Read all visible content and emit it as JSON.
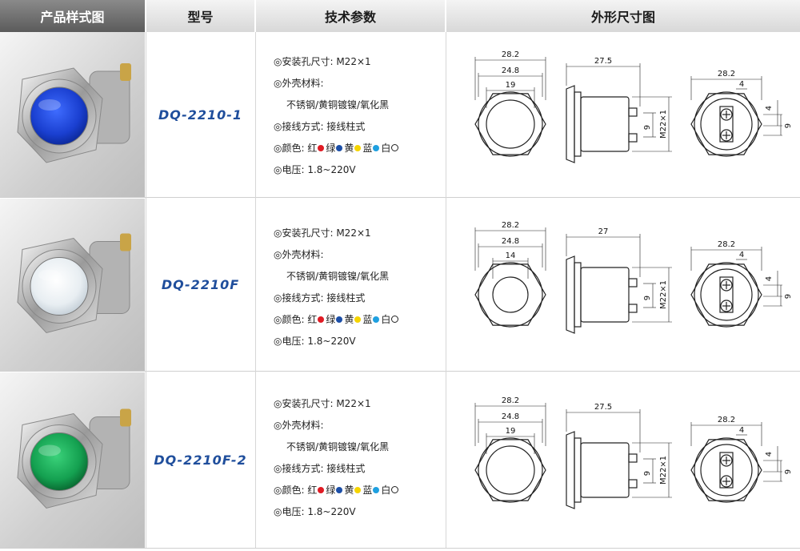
{
  "header": {
    "photo": "产品样式图",
    "model": "型号",
    "params": "技术参数",
    "drawing": "外形尺寸图"
  },
  "colors": {
    "model_text": "#1f4e9c",
    "red": "#e01b24",
    "green": "#1c4fa8",
    "yellow": "#f5d400",
    "blue": "#1fa0e0"
  },
  "rows": [
    {
      "model": "DQ-2210-1",
      "lens": "blue",
      "params": {
        "hole": "◎安装孔尺寸:  M22×1",
        "shell": "◎外壳材料:",
        "shell_value": "不锈钢/黄铜镀镍/氧化黑",
        "wiring": "◎接线方式:  接线柱式",
        "color_label": "◎颜色:",
        "color_red": "红",
        "color_green": "绿",
        "color_yellow": "黄",
        "color_blue": "蓝",
        "color_white": "白",
        "voltage": "◎电压:  1.8~220V"
      },
      "dims": {
        "outer": "28.2",
        "mid": "24.8",
        "inner": "19",
        "length": "27.5",
        "thread": "M22×1",
        "pin": "9",
        "back_w": "28.2",
        "back_a": "4",
        "back_b": "4",
        "back_c": "9"
      }
    },
    {
      "model": "DQ-2210F",
      "lens": "white",
      "params": {
        "hole": "◎安装孔尺寸:  M22×1",
        "shell": "◎外壳材料:",
        "shell_value": "不锈钢/黄铜镀镍/氧化黑",
        "wiring": "◎接线方式:  接线柱式",
        "color_label": "◎颜色:",
        "color_red": "红",
        "color_green": "绿",
        "color_yellow": "黄",
        "color_blue": "蓝",
        "color_white": "白",
        "voltage": "◎电压:  1.8~220V"
      },
      "dims": {
        "outer": "28.2",
        "mid": "24.8",
        "inner": "14",
        "length": "27",
        "thread": "M22×1",
        "pin": "9",
        "back_w": "28.2",
        "back_a": "4",
        "back_b": "4",
        "back_c": "9"
      }
    },
    {
      "model": "DQ-2210F-2",
      "lens": "green",
      "params": {
        "hole": "◎安装孔尺寸:  M22×1",
        "shell": "◎外壳材料:",
        "shell_value": "不锈钢/黄铜镀镍/氧化黑",
        "wiring": "◎接线方式:  接线柱式",
        "color_label": "◎颜色:",
        "color_red": "红",
        "color_green": "绿",
        "color_yellow": "黄",
        "color_blue": "蓝",
        "color_white": "白",
        "voltage": "◎电压:  1.8~220V"
      },
      "dims": {
        "outer": "28.2",
        "mid": "24.8",
        "inner": "19",
        "length": "27.5",
        "thread": "M22×1",
        "pin": "9",
        "back_w": "28.2",
        "back_a": "4",
        "back_b": "4",
        "back_c": "9"
      }
    }
  ]
}
